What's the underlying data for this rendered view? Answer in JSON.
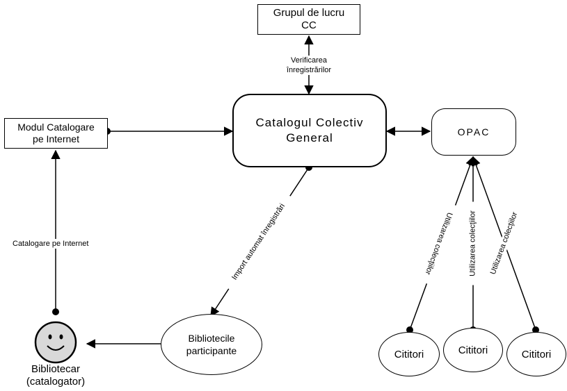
{
  "nodes": {
    "grupul_line1": "Grupul de lucru",
    "grupul_line2": "CC",
    "catalog_line1": "Catalogul Colectiv",
    "catalog_line2": "General",
    "modul_line1": "Modul Catalogare",
    "modul_line2": "pe Internet",
    "opac": "OPAC",
    "biblioteci_line1": "Bibliotecile",
    "biblioteci_line2": "participante",
    "bibliotecar_line1": "Bibliotecar",
    "bibliotecar_line2": "(catalogator)",
    "cititori_1": "Cititori",
    "cititori_2": "Cititori",
    "cititori_3": "Cititori"
  },
  "edges": {
    "verificarea_line1": "Verificarea",
    "verificarea_line2": "înregistrărilor",
    "import": "Import automat înregistrări",
    "catalogare": "Catalogare pe Internet",
    "utilizare_1": "Utilizarea colecţiilor",
    "utilizare_2": "Utilizarea colecţiilor",
    "utilizare_3": "Utilizarea colecţiilor"
  },
  "colors": {
    "stroke": "#000000",
    "actor_fill": "#d9d9d9",
    "background": "#ffffff"
  },
  "icons": {
    "actor": "smiley-face-icon"
  }
}
